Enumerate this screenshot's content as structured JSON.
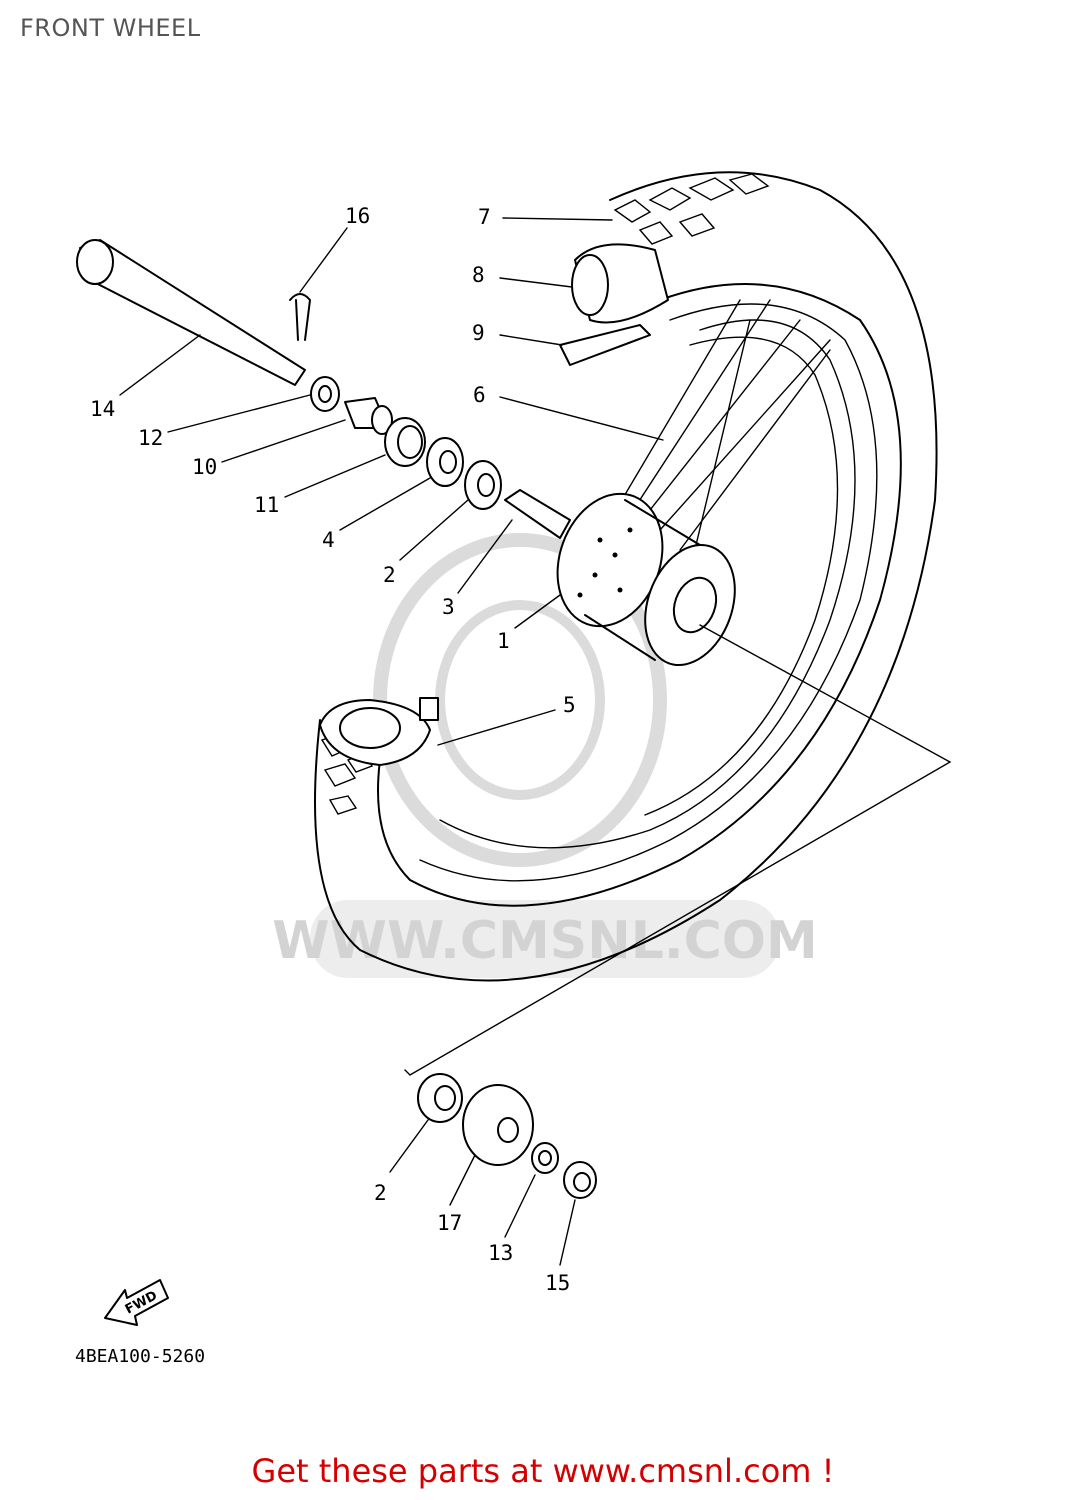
{
  "title": "FRONT WHEEL",
  "diagram_code": "4BEA100-5260",
  "fwd_label": "FWD",
  "watermark": "WWW.CMSNL.COM",
  "footer": "Get these parts at www.cmsnl.com !",
  "callouts": {
    "c1": "1",
    "c2a": "2",
    "c2b": "2",
    "c3": "3",
    "c4": "4",
    "c5": "5",
    "c6": "6",
    "c7": "7",
    "c8": "8",
    "c9": "9",
    "c10": "10",
    "c11": "11",
    "c12": "12",
    "c13": "13",
    "c14": "14",
    "c15": "15",
    "c16": "16",
    "c17": "17"
  },
  "colors": {
    "footer": "#d40000",
    "title": "#555555",
    "watermark": "#cfcfcf"
  }
}
